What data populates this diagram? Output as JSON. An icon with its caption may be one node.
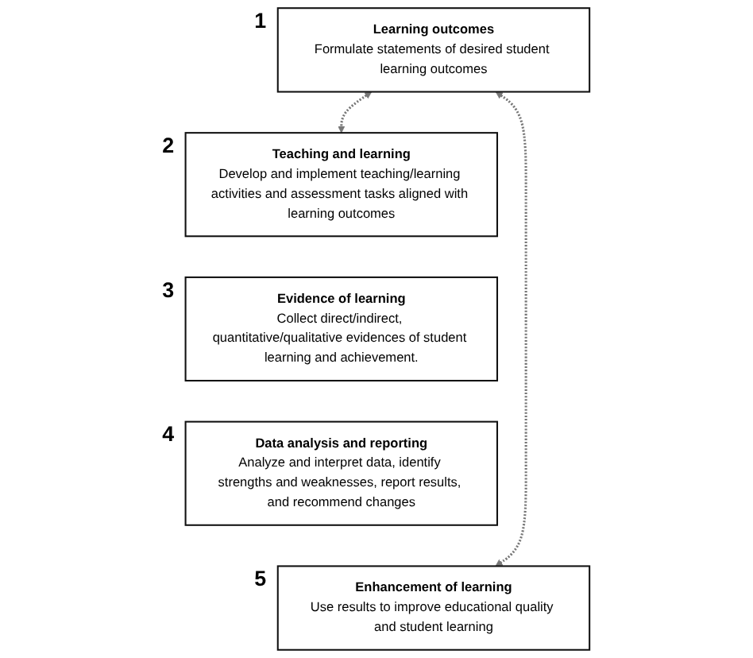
{
  "diagram": {
    "nodes": [
      {
        "text": [
          "Learning outcomes",
          "Formulate statements of desired student learning outcomes"
        ],
        "beside": [
          "1"
        ]
      },
      {
        "text": [
          "Teaching and learning",
          "Develop and implement teaching/learning activities and assessment tasks aligned with learning outcomes"
        ],
        "beside": [
          "2"
        ]
      },
      {
        "text": [
          "Evidence of learning",
          "Collect direct/indirect, quantitative/qualitative evidences of student learning and achievement."
        ],
        "beside": [
          "3"
        ]
      },
      {
        "text": [
          "Data analysis and reporting",
          "Analyze and interpret data, identify strengths and weaknesses, report results, and recommend changes"
        ],
        "beside": [
          "4"
        ]
      },
      {
        "text": [
          "Enhancement of learning",
          "Use results to improve educational quality and student learning"
        ],
        "beside": [
          "5"
        ]
      }
    ],
    "edges": [
      {
        "from": 1,
        "to": 0,
        "arrow": "both",
        "style": "dashed"
      },
      {
        "from": 4,
        "to": 0,
        "arrow": "both",
        "style": "dashed"
      }
    ]
  }
}
